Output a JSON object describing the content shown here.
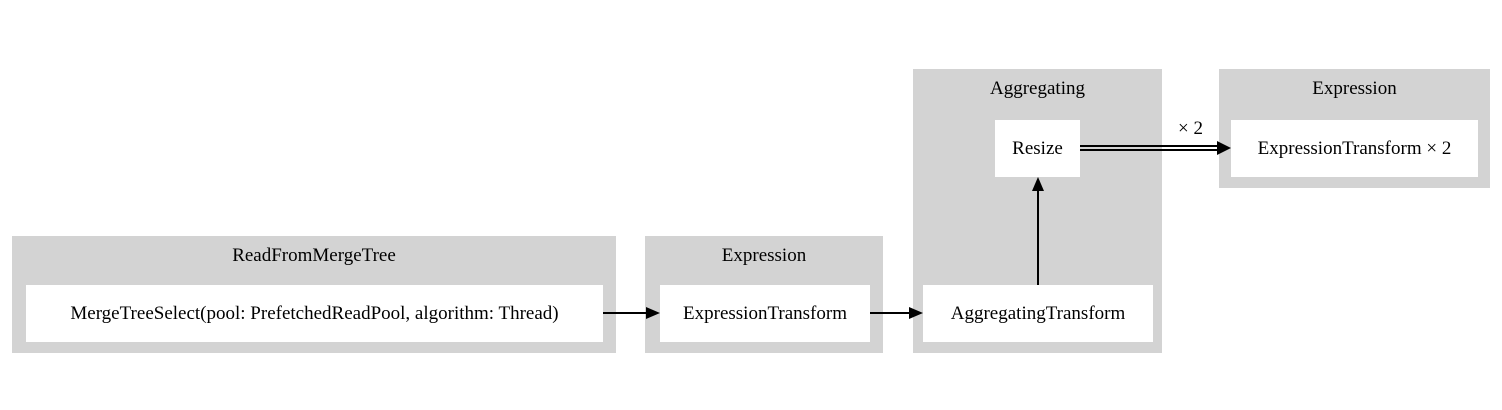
{
  "diagram": {
    "type": "query-pipeline-graph",
    "colors": {
      "background": "#ffffff",
      "cluster_fill": "#d3d3d3",
      "node_fill": "#ffffff",
      "text": "#000000",
      "edge": "#000000"
    },
    "clusters": [
      {
        "label": "ReadFromMergeTree",
        "nodes": [
          {
            "label": "MergeTreeSelect(pool: PrefetchedReadPool, algorithm: Thread)"
          }
        ]
      },
      {
        "label": "Expression",
        "nodes": [
          {
            "label": "ExpressionTransform"
          }
        ]
      },
      {
        "label": "Aggregating",
        "nodes": [
          {
            "label": "Resize"
          },
          {
            "label": "AggregatingTransform"
          }
        ]
      },
      {
        "label": "Expression",
        "nodes": [
          {
            "label": "ExpressionTransform × 2"
          }
        ]
      }
    ],
    "edges": [
      {
        "from": "MergeTreeSelect(pool: PrefetchedReadPool, algorithm: Thread)",
        "to": "ExpressionTransform",
        "streams": 1,
        "label": ""
      },
      {
        "from": "ExpressionTransform",
        "to": "AggregatingTransform",
        "streams": 1,
        "label": ""
      },
      {
        "from": "AggregatingTransform",
        "to": "Resize",
        "streams": 1,
        "label": ""
      },
      {
        "from": "Resize",
        "to": "ExpressionTransform × 2",
        "streams": 2,
        "label": "× 2"
      }
    ]
  }
}
